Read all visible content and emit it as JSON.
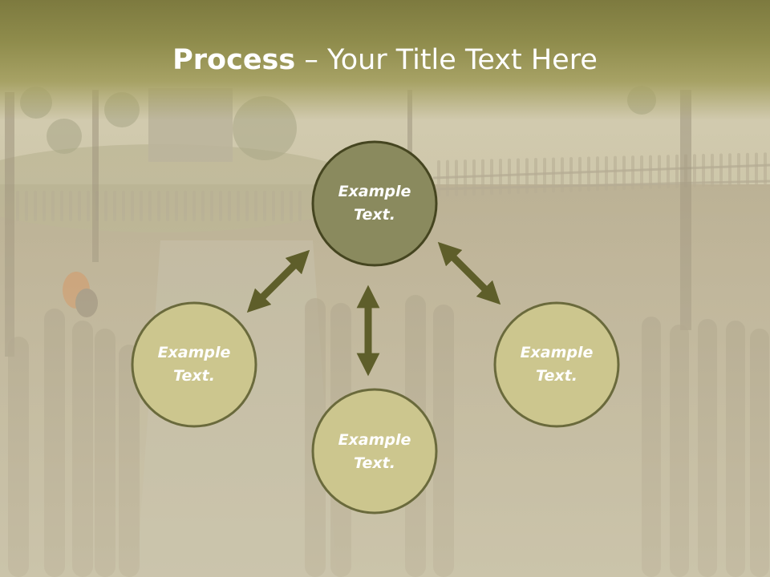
{
  "slide": {
    "title_bold": "Process",
    "title_rest": " – Your Title Text Here"
  },
  "nodes": [
    {
      "id": "top",
      "label": "Example\nText."
    },
    {
      "id": "left",
      "label": "Example\nText."
    },
    {
      "id": "right",
      "label": "Example\nText."
    },
    {
      "id": "bottom",
      "label": "Example\nText."
    }
  ],
  "colors": {
    "header": "#8a8748",
    "node_dark_fill": "#8a8a5e",
    "node_light_fill": "#ccc68e",
    "node_border": "#5a5a2c",
    "arrow": "#5e5e2a"
  },
  "icons": [
    "double-arrow-icon"
  ]
}
